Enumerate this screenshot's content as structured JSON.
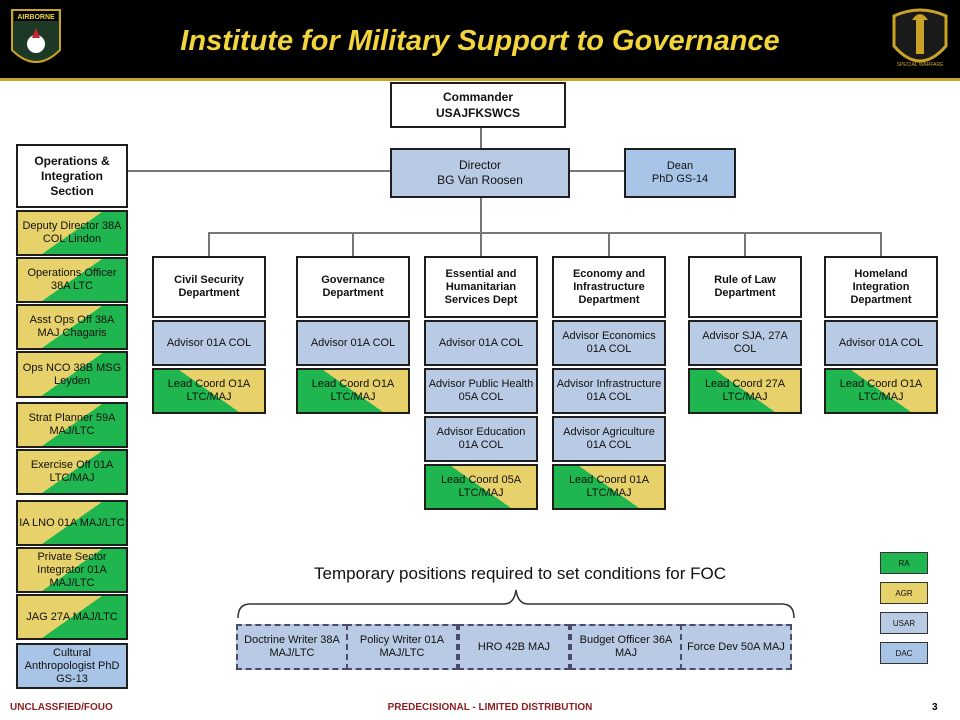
{
  "header": {
    "title": "Institute for Military Support to Governance",
    "left_logo_text": "AIRBORNE",
    "right_logo_text": "SPECIAL WARFARE"
  },
  "commander": {
    "line1": "Commander",
    "line2": "USAJFKSWCS"
  },
  "director": {
    "line1": "Director",
    "line2": "BG Van Roosen"
  },
  "dean": {
    "line1": "Dean",
    "line2": "PhD GS-14"
  },
  "ops_section": {
    "title": "Operations & Integration Section",
    "items": [
      {
        "text": "Deputy Director 38A COL Lindon"
      },
      {
        "text": "Operations Officer 38A LTC"
      },
      {
        "text": "Asst Ops Off 38A MAJ Chagaris"
      },
      {
        "text": "Ops NCO 38B MSG Leyden"
      },
      {
        "text": "Strat Planner 59A MAJ/LTC"
      },
      {
        "text": "Exercise Off 01A LTC/MAJ"
      },
      {
        "text": "IA LNO 01A MAJ/LTC"
      },
      {
        "text": "Private Sector Integrator 01A MAJ/LTC"
      },
      {
        "text": "JAG 27A MAJ/LTC"
      },
      {
        "text": "Cultural Anthropologist PhD GS-13"
      }
    ]
  },
  "departments": [
    {
      "title": "Civil Security Department",
      "positions": [
        {
          "text": "Advisor 01A COL"
        },
        {
          "text": "Lead Coord O1A LTC/MAJ"
        }
      ]
    },
    {
      "title": "Governance Department",
      "positions": [
        {
          "text": "Advisor 01A COL"
        },
        {
          "text": "Lead Coord O1A LTC/MAJ"
        }
      ]
    },
    {
      "title": "Essential and Humanitarian Services Dept",
      "positions": [
        {
          "text": "Advisor 01A COL"
        },
        {
          "text": "Advisor Public Health 05A COL"
        },
        {
          "text": "Advisor Education 01A COL"
        },
        {
          "text": "Lead Coord 05A LTC/MAJ"
        }
      ]
    },
    {
      "title": "Economy and Infrastructure Department",
      "positions": [
        {
          "text": "Advisor Economics 01A COL"
        },
        {
          "text": "Advisor Infrastructure 01A COL"
        },
        {
          "text": "Advisor Agriculture 01A COL"
        },
        {
          "text": "Lead Coord 01A LTC/MAJ"
        }
      ]
    },
    {
      "title": "Rule of Law Department",
      "positions": [
        {
          "text": "Advisor SJA, 27A COL"
        },
        {
          "text": "Lead Coord 27A LTC/MAJ"
        }
      ]
    },
    {
      "title": "Homeland Integration Department",
      "positions": [
        {
          "text": "Advisor 01A COL"
        },
        {
          "text": "Lead Coord O1A LTC/MAJ"
        }
      ]
    }
  ],
  "temporary": {
    "heading": "Temporary positions required to set conditions for FOC",
    "positions": [
      {
        "text": "Doctrine Writer 38A MAJ/LTC"
      },
      {
        "text": "Policy Writer 01A MAJ/LTC"
      },
      {
        "text": "HRO 42B MAJ"
      },
      {
        "text": "Budget Officer 36A MAJ"
      },
      {
        "text": "Force Dev 50A MAJ"
      }
    ]
  },
  "legend": [
    {
      "label": "RA",
      "color": "#1fb54f"
    },
    {
      "label": "AGR",
      "color": "#e6d16a"
    },
    {
      "label": "USAR",
      "color": "#b9cbe4"
    },
    {
      "label": "DAC",
      "color": "#a8c4e6"
    }
  ],
  "footer": {
    "left": "UNCLASSFIED/FOUO",
    "center": "PREDECISIONAL - LIMITED DISTRIBUTION",
    "page": "3"
  }
}
